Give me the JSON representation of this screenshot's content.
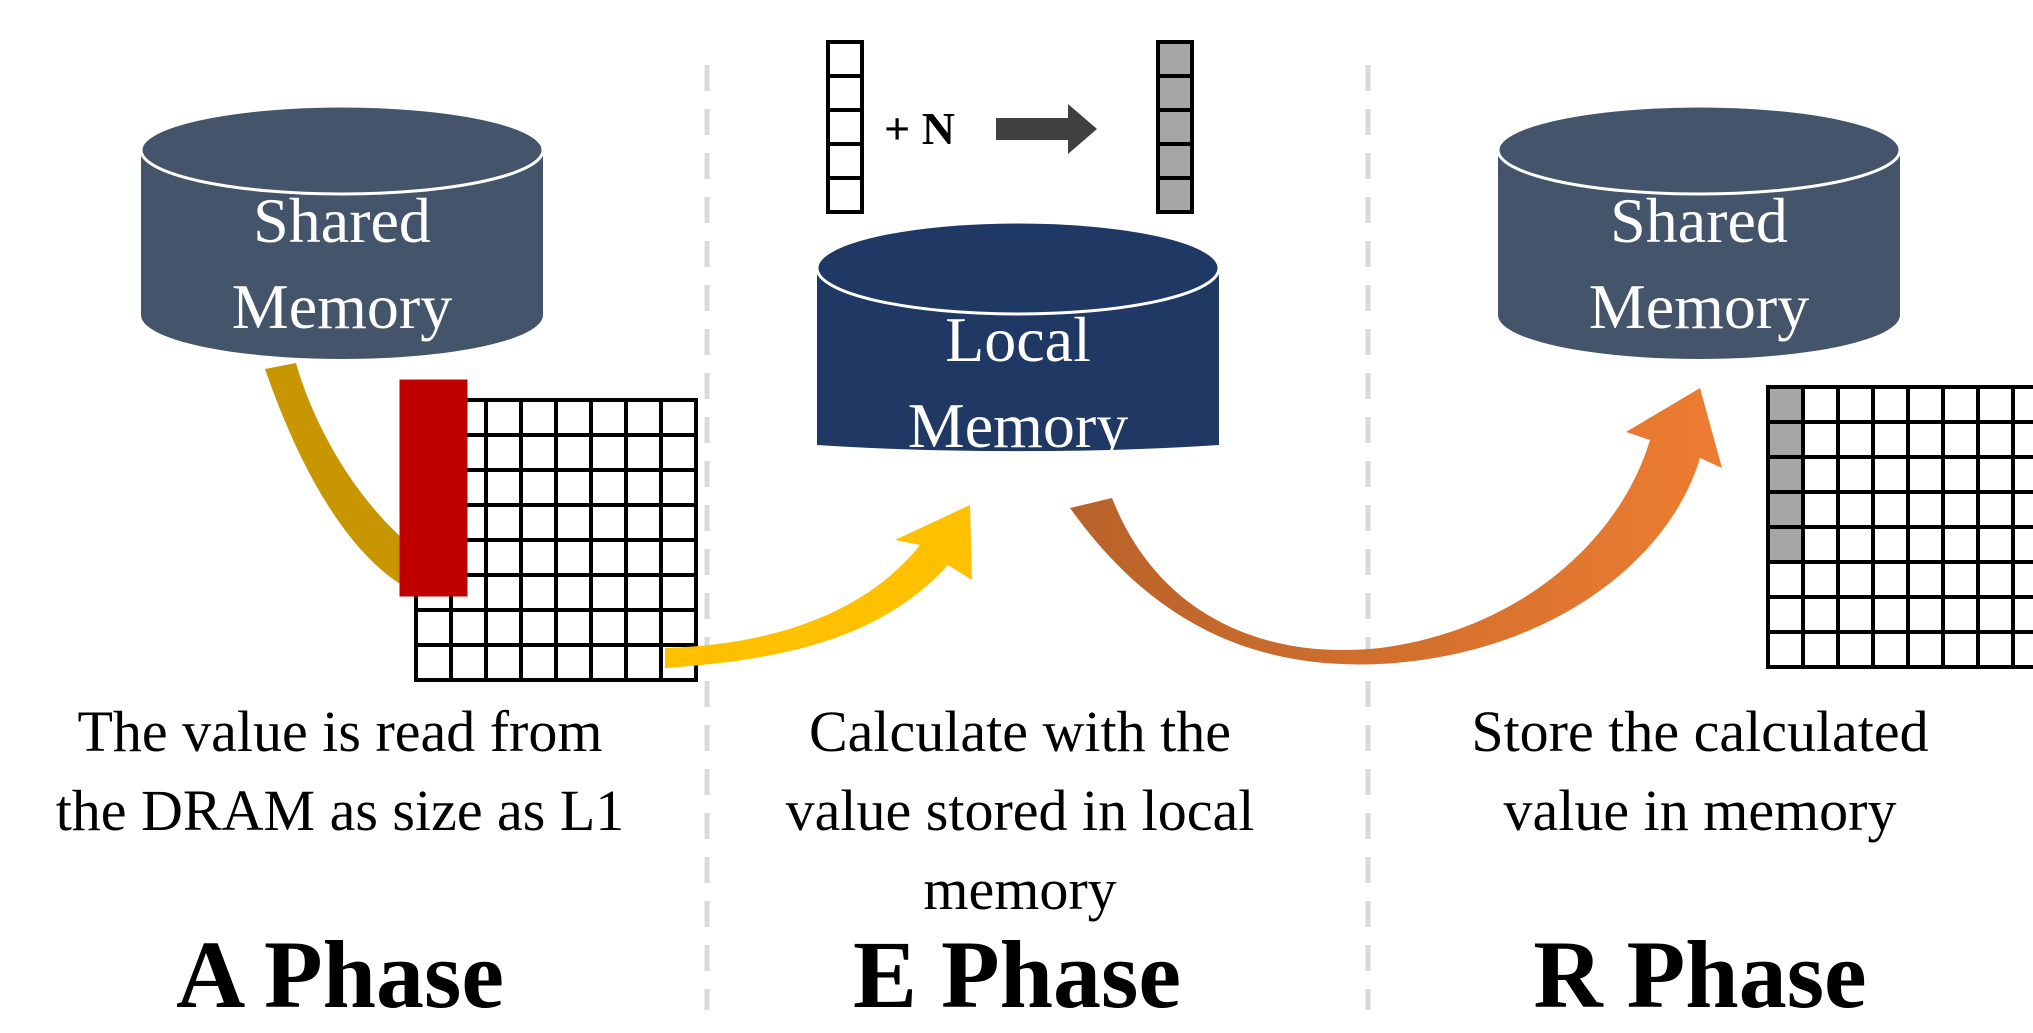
{
  "colors": {
    "shared_memory_fill": "#44546a",
    "local_memory_fill": "#203864",
    "read_arrow": "#c89600",
    "compute_arrow": "#ffc000",
    "store_arrow_start": "#b8622a",
    "store_arrow_end": "#ed7d31",
    "highlight_box": "#c00000",
    "filled_cell": "#a6a6a6",
    "separator": "#d9d9d9"
  },
  "phases": [
    {
      "id": "a",
      "memory_label": [
        "Shared",
        "Memory"
      ],
      "caption": [
        "The value is read from",
        "the DRAM as size as L1"
      ],
      "title": "A Phase",
      "matrix": {
        "rows": 8,
        "cols": 8,
        "highlighted_column": 1,
        "highlighted_cells": 5
      }
    },
    {
      "id": "e",
      "memory_label": [
        "Local",
        "Memory"
      ],
      "caption": [
        "Calculate with the",
        "value stored in local",
        "memory"
      ],
      "title": "E Phase",
      "operation": "+ N",
      "vector_cells": 5
    },
    {
      "id": "r",
      "memory_label": [
        "Shared",
        "Memory"
      ],
      "caption": [
        "Store the calculated",
        "value in memory"
      ],
      "title": "R Phase",
      "matrix": {
        "rows": 8,
        "cols": 8,
        "filled_column": 1,
        "filled_cells": 5
      }
    }
  ]
}
